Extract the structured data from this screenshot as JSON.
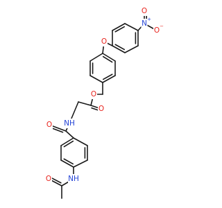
{
  "colors": {
    "background": "#ffffff",
    "bond": "#1a1a1a",
    "oxygen": "#e8251f",
    "nitrogen": "#2343d6",
    "carbon": "#1a1a1a"
  },
  "atom_labels": {
    "nitro_n": "N",
    "nitro_n_charge": "+",
    "nitro_o_neg": "O",
    "nitro_o_neg_charge": "−",
    "nitro_o_dbl": "O",
    "ether_o": "O",
    "ester_o_single": "O",
    "ester_o_carbonyl": "O",
    "amine_nh": "NH",
    "amide_o": "O",
    "acetamide_nh": "NH",
    "acetamide_o": "O"
  }
}
